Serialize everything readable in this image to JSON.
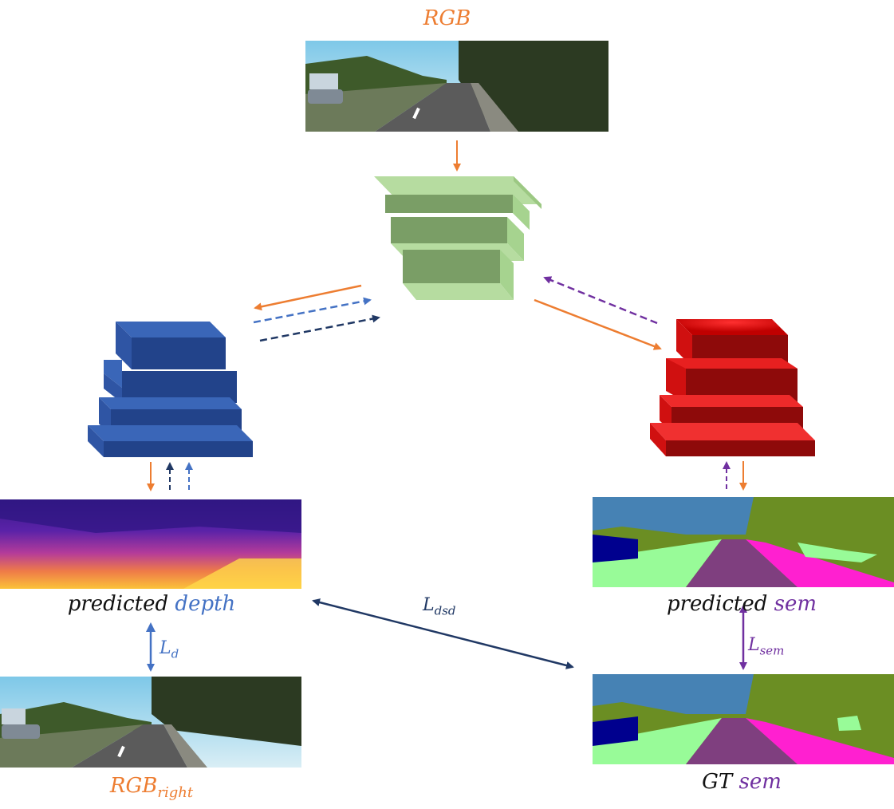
{
  "labels": {
    "rgb": "RGB",
    "predicted_prefix": "predicted",
    "depth": "depth",
    "sem": "sem",
    "gt_prefix": "GT",
    "rgb_right_base": "RGB",
    "rgb_right_sub": "right"
  },
  "losses": {
    "depth_base": "L",
    "depth_sub": "d",
    "dsd_base": "L",
    "dsd_sub": "dsd",
    "sem_base": "L",
    "sem_sub": "sem"
  },
  "colors": {
    "orange": "#ed7d31",
    "blue": "#4472c4",
    "dark_blue": "#203864",
    "purple": "#7030a0",
    "encoder_green": "#8fb87a",
    "depth_decoder_blue": "#2f55a4",
    "sem_decoder_red": "#e01010"
  }
}
